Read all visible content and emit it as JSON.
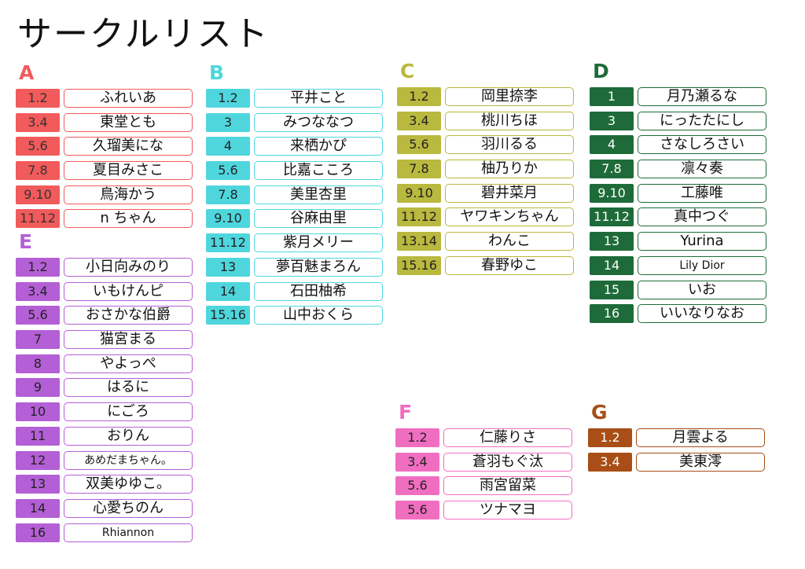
{
  "title": "サークルリスト",
  "groups": [
    {
      "id": "A",
      "color": "#f15b5b",
      "num_text": "#333333",
      "rows": [
        {
          "num": "1.2",
          "name": "ふれいあ"
        },
        {
          "num": "3.4",
          "name": "東堂とも"
        },
        {
          "num": "5.6",
          "name": "久瑠美にな"
        },
        {
          "num": "7.8",
          "name": "夏目みさこ"
        },
        {
          "num": "9.10",
          "name": "鳥海かう"
        },
        {
          "num": "11.12",
          "name": "n ちゃん"
        }
      ]
    },
    {
      "id": "E",
      "color": "#b45fd6",
      "num_text": "#222222",
      "rows": [
        {
          "num": "1.2",
          "name": "小日向みのり"
        },
        {
          "num": "3.4",
          "name": "いもけんピ"
        },
        {
          "num": "5.6",
          "name": "おさかな伯爵"
        },
        {
          "num": "7",
          "name": "猫宮まる"
        },
        {
          "num": "8",
          "name": "やよっぺ"
        },
        {
          "num": "9",
          "name": "はるに"
        },
        {
          "num": "10",
          "name": "にごろ"
        },
        {
          "num": "11",
          "name": "おりん"
        },
        {
          "num": "12",
          "name": "あめだまちゃん。"
        },
        {
          "num": "13",
          "name": "双美ゆゆこ。"
        },
        {
          "num": "14",
          "name": "心愛ちのん"
        },
        {
          "num": "16",
          "name": "Rhiannon"
        }
      ]
    },
    {
      "id": "B",
      "color": "#4fd6dd",
      "num_text": "#222222",
      "rows": [
        {
          "num": "1.2",
          "name": "平井こと"
        },
        {
          "num": "3",
          "name": "みつななつ"
        },
        {
          "num": "4",
          "name": "来栖かぴ"
        },
        {
          "num": "5.6",
          "name": "比嘉こころ"
        },
        {
          "num": "7.8",
          "name": "美里杏里"
        },
        {
          "num": "9.10",
          "name": "谷麻由里"
        },
        {
          "num": "11.12",
          "name": "紫月メリー"
        },
        {
          "num": "13",
          "name": "夢百魅まろん"
        },
        {
          "num": "14",
          "name": "石田柚希"
        },
        {
          "num": "15.16",
          "name": "山中おくら"
        }
      ]
    },
    {
      "id": "C",
      "color": "#b9b83f",
      "num_text": "#222222",
      "rows": [
        {
          "num": "1.2",
          "name": "岡里捺李"
        },
        {
          "num": "3.4",
          "name": "桃川ちほ"
        },
        {
          "num": "5.6",
          "name": "羽川るる"
        },
        {
          "num": "7.8",
          "name": "柚乃りか"
        },
        {
          "num": "9.10",
          "name": "碧井菜月"
        },
        {
          "num": "11.12",
          "name": "ヤワキンちゃん"
        },
        {
          "num": "13.14",
          "name": "わんこ"
        },
        {
          "num": "15.16",
          "name": "春野ゆこ"
        }
      ]
    },
    {
      "id": "D",
      "color": "#1e6b39",
      "num_text": "#ffffff",
      "rows": [
        {
          "num": "1",
          "name": "月乃瀬るな"
        },
        {
          "num": "3",
          "name": "にったたにし"
        },
        {
          "num": "4",
          "name": "さなしろさい"
        },
        {
          "num": "7.8",
          "name": "凛々奏"
        },
        {
          "num": "9.10",
          "name": "工藤唯"
        },
        {
          "num": "11.12",
          "name": "真中つぐ"
        },
        {
          "num": "13",
          "name": "Yurina"
        },
        {
          "num": "14",
          "name": "Lily Dior"
        },
        {
          "num": "15",
          "name": "いお"
        },
        {
          "num": "16",
          "name": "いいなりなお"
        }
      ]
    },
    {
      "id": "F",
      "color": "#f06ec0",
      "num_text": "#222222",
      "rows": [
        {
          "num": "1.2",
          "name": "仁藤りさ"
        },
        {
          "num": "3.4",
          "name": "蒼羽もぐ汰"
        },
        {
          "num": "5.6",
          "name": "雨宮留菜"
        },
        {
          "num": "5.6",
          "name": "ツナマヨ"
        }
      ]
    },
    {
      "id": "G",
      "color": "#a84e16",
      "num_text": "#ffffff",
      "rows": [
        {
          "num": "1.2",
          "name": "月雲よる"
        },
        {
          "num": "3.4",
          "name": "美東澪"
        }
      ]
    }
  ]
}
